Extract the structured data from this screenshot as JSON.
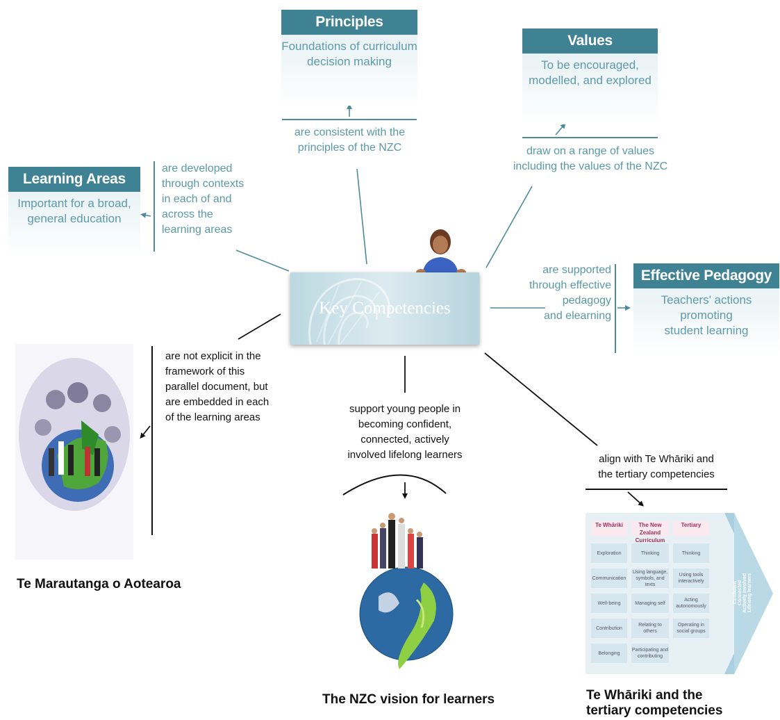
{
  "principles": {
    "title": "Principles",
    "subtitle": [
      "Foundations of curriculum",
      "decision making"
    ]
  },
  "values": {
    "title": "Values",
    "subtitle": [
      "To be encouraged,",
      "modelled, and explored"
    ]
  },
  "learning_areas": {
    "title": "Learning Areas",
    "subtitle": [
      "Important for a broad,",
      "general education"
    ]
  },
  "effective_pedagogy": {
    "title": "Effective Pedagogy",
    "subtitle": [
      "Teachers' actions promoting",
      "student learning"
    ]
  },
  "key_competencies": {
    "title": "Key Competencies"
  },
  "notes": {
    "principles": [
      "are consistent with the",
      "principles of the NZC"
    ],
    "values": [
      "draw on a range of values",
      "including the values of the NZC"
    ],
    "learning_areas": [
      "are developed",
      "through contexts",
      "in each of and",
      "across the",
      "learning areas"
    ],
    "pedagogy": [
      "are supported",
      "through effective",
      "pedagogy",
      "and elearning"
    ],
    "maori": [
      "are not explicit in the",
      "framework of this",
      "parallel document, but",
      "are embedded in each",
      "of the learning areas"
    ],
    "vision": [
      "support young people in",
      "becoming confident,",
      "connected, actively",
      "involved lifelong learners"
    ],
    "whariki": [
      "align with Te Whāriki and",
      "the tertiary competencies"
    ]
  },
  "captions": {
    "maori": "Te Marautanga o Aotearoa",
    "vision": "The NZC vision for learners",
    "whariki": [
      "Te Whāriki and the",
      "tertiary competencies"
    ]
  },
  "table": {
    "headers": [
      "Te Whāriki",
      "The New Zealand Curriculum",
      "Tertiary"
    ],
    "rows": [
      [
        "Exploration",
        "Thinking",
        "Thinking"
      ],
      [
        "Communication",
        "Using language, symbols, and texts",
        "Using tools interactively"
      ],
      [
        "Well-being",
        "Managing self",
        "Acting autonomously"
      ],
      [
        "Contribution",
        "Relating to others",
        "Operating in social groups"
      ],
      [
        "Belonging",
        "Participating and contributing",
        ""
      ]
    ],
    "arrow_text": [
      "Confident",
      "Connected",
      "Actively involved",
      "Lifelong learners"
    ]
  },
  "colors": {
    "header": "#3f8294",
    "text": "#5a98a8"
  }
}
